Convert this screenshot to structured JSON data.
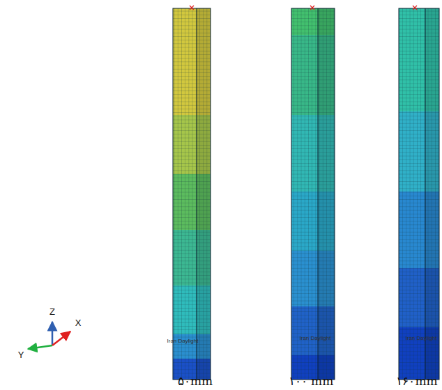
{
  "diagram": {
    "labels": [
      "Z",
      "X",
      "Y",
      "Iran Daylight",
      "Iran Daylight",
      "Iran Daylight",
      "۵۰mm",
      "۱۰۰ mm",
      "۱۶۰mm"
    ]
  }
}
